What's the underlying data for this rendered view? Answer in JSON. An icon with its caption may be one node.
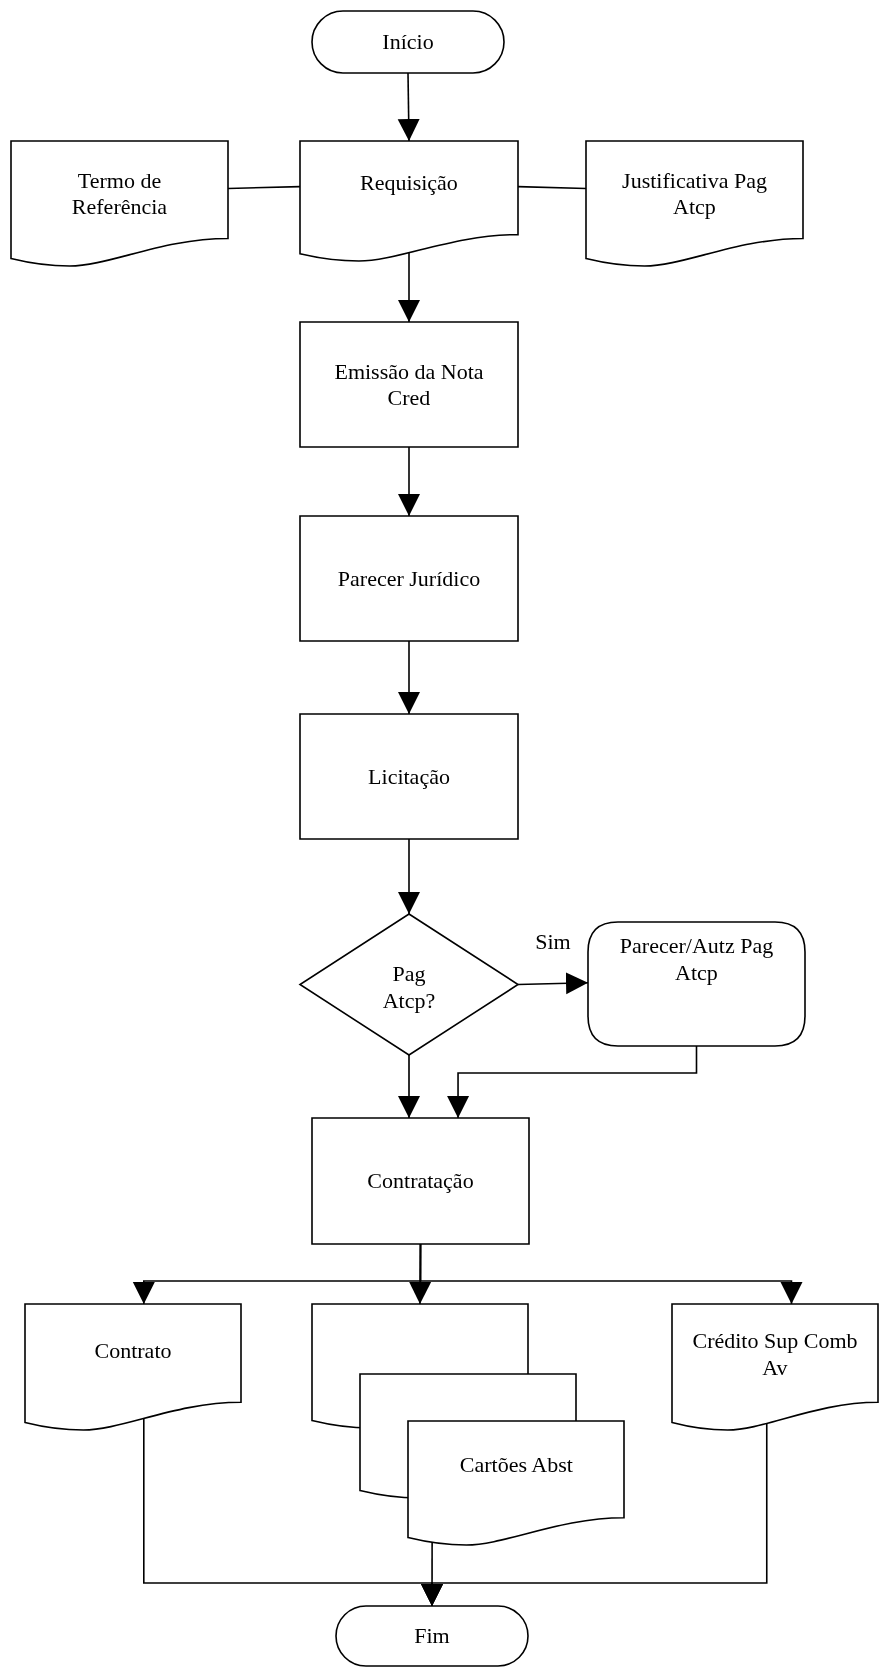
{
  "diagram": {
    "nodes": [
      {
        "text": [
          "Início"
        ]
      },
      {
        "text": [
          "Termo de Referência"
        ]
      },
      {
        "text": [
          "Requisição"
        ]
      },
      {
        "text": [
          "Justificativa Pag Atcp"
        ]
      },
      {
        "text": [
          "Emissão da Nota Cred"
        ]
      },
      {
        "text": [
          "Parecer Jurídico"
        ]
      },
      {
        "text": [
          "Licitação"
        ]
      },
      {
        "text": [
          "Pag Atcp?"
        ]
      },
      {
        "text": [
          "Parecer/Autz Pag Atcp"
        ]
      },
      {
        "text": [
          "Contratação"
        ]
      },
      {
        "text": [
          "Contrato"
        ]
      },
      {
        "text": [
          "Cartões Abst"
        ]
      },
      {
        "text": [
          "Crédito Sup Comb Av"
        ]
      },
      {
        "text": [
          "Fim"
        ]
      }
    ],
    "edges": [
      {
        "from": 0,
        "to": 2,
        "arrow": "to"
      },
      {
        "from": 1,
        "to": 2,
        "arrow": "none"
      },
      {
        "from": 2,
        "to": 3,
        "arrow": "none"
      },
      {
        "from": 2,
        "to": 4,
        "arrow": "to"
      },
      {
        "from": 4,
        "to": 5,
        "arrow": "to"
      },
      {
        "from": 5,
        "to": 6,
        "arrow": "to"
      },
      {
        "from": 6,
        "to": 7,
        "arrow": "to"
      },
      {
        "from": 7,
        "to": 8,
        "arrow": "to",
        "label": "Sim"
      },
      {
        "from": 7,
        "to": 9,
        "arrow": "to"
      },
      {
        "from": 8,
        "to": 9,
        "arrow": "to"
      },
      {
        "from": 9,
        "to": 10,
        "arrow": "to"
      },
      {
        "from": 9,
        "to": 11,
        "arrow": "to"
      },
      {
        "from": 9,
        "to": 12,
        "arrow": "to"
      },
      {
        "from": 10,
        "to": 13,
        "arrow": "to"
      },
      {
        "from": 11,
        "to": 13,
        "arrow": "to"
      },
      {
        "from": 12,
        "to": 13,
        "arrow": "to"
      }
    ]
  }
}
